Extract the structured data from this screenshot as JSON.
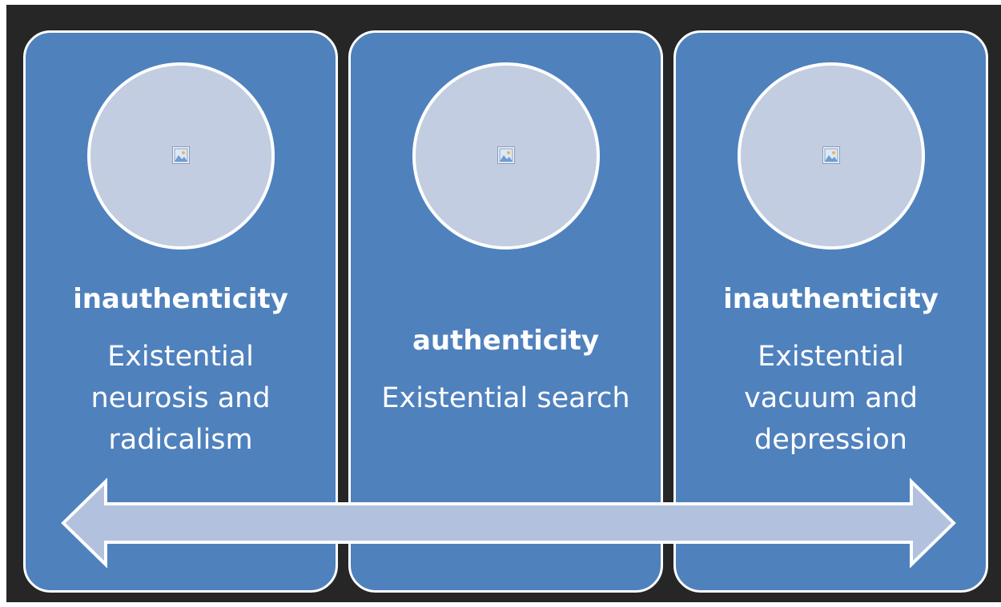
{
  "panels": [
    {
      "title": "inauthenticity",
      "description": "Existential neurosis and radicalism",
      "image_icon": "picture-placeholder-icon"
    },
    {
      "title": "authenticity",
      "description": "Existential search",
      "image_icon": "picture-placeholder-icon"
    },
    {
      "title": "inauthenticity",
      "description": "Existential vacuum and depression",
      "image_icon": "picture-placeholder-icon"
    }
  ],
  "colors": {
    "background": "#262626",
    "panel": "#4f81bd",
    "circle": "#c2cde1",
    "arrow": "#b2c2de",
    "border": "#ffffff"
  },
  "arrow": {
    "icon": "double-headed-arrow"
  }
}
